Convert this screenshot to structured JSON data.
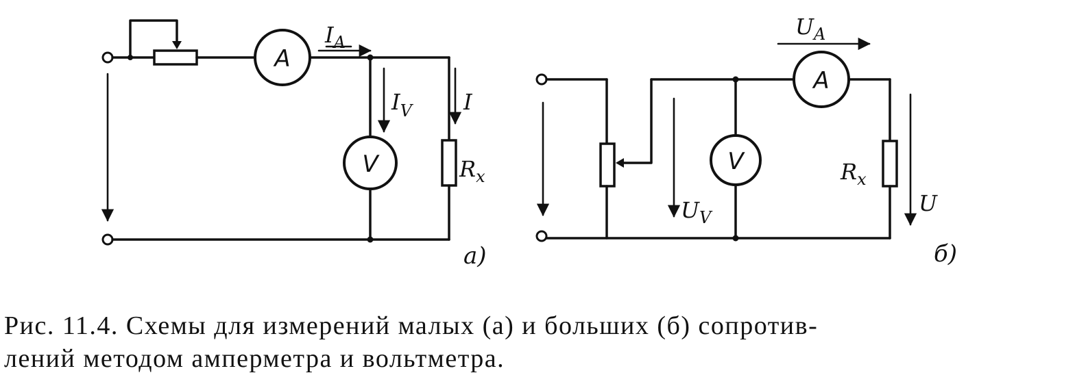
{
  "diagram_a": {
    "meter_ammeter": "A",
    "meter_voltmeter": "V",
    "label_current_ammeter": "I",
    "label_current_ammeter_sub": "A",
    "label_current_voltmeter": "I",
    "label_current_voltmeter_sub": "V",
    "label_current_load": "I",
    "label_resistor": "R",
    "label_resistor_sub": "x",
    "tag": "а)"
  },
  "diagram_b": {
    "meter_ammeter": "A",
    "meter_voltmeter": "V",
    "label_voltage_ammeter": "U",
    "label_voltage_ammeter_sub": "A",
    "label_voltage_voltmeter": "U",
    "label_voltage_voltmeter_sub": "V",
    "label_voltage_load": "U",
    "label_resistor": "R",
    "label_resistor_sub": "x",
    "tag": "б)"
  },
  "caption": {
    "line1": "Рис. 11.4. Схемы для измерений малых (а) и больших (б) сопротив-",
    "line2": "лений методом амперметра и вольтметра."
  }
}
